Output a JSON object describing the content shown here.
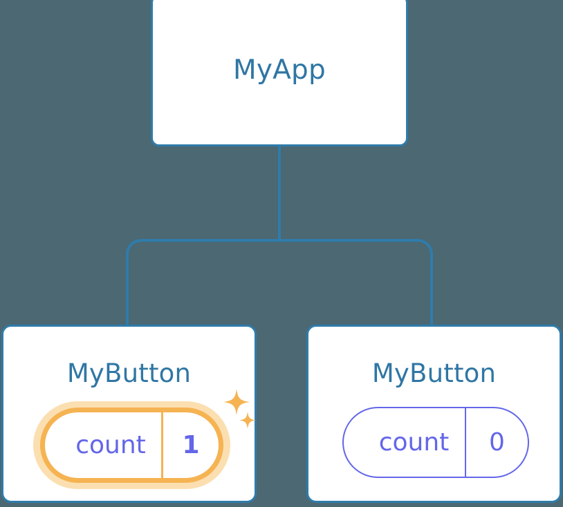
{
  "diagram": {
    "type": "component-tree",
    "background_color": "#4b6873",
    "node_border_color": "#2f7cab",
    "node_title_color": "#2f76a4",
    "state_color": "#6366e8",
    "highlight_color": "#f5b352",
    "highlight_glow_color": "#fbdfb0"
  },
  "root": {
    "title": "MyApp"
  },
  "children": [
    {
      "title": "MyButton",
      "state_key": "count",
      "state_value": "1",
      "highlighted": true,
      "sparkle_icons": [
        "sparkle-large-icon",
        "sparkle-small-icon"
      ]
    },
    {
      "title": "MyButton",
      "state_key": "count",
      "state_value": "0",
      "highlighted": false
    }
  ]
}
